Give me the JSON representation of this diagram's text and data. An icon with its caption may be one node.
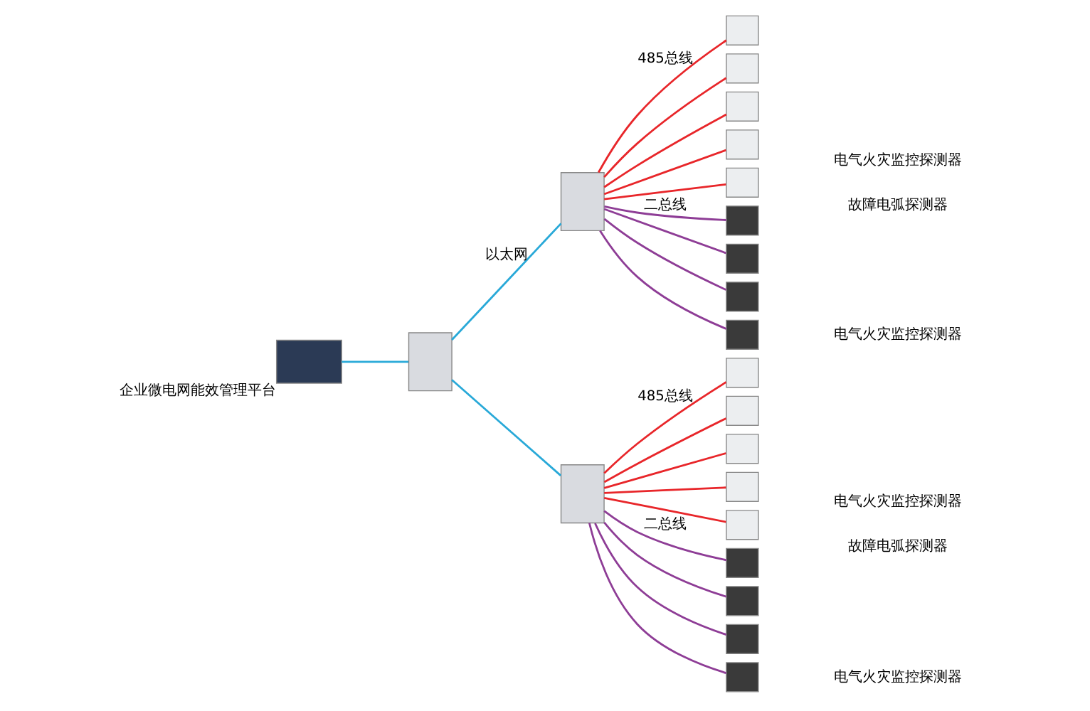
{
  "diagram": {
    "nodes": [
      {
        "text": [],
        "shape": "box",
        "beside": [
          "企业微电网能效管理平台"
        ]
      },
      {
        "text": [],
        "shape": "box"
      },
      {
        "text": [],
        "shape": "box"
      },
      {
        "text": [],
        "shape": "box"
      },
      {
        "text": [],
        "shape": "box"
      },
      {
        "text": [],
        "shape": "box"
      },
      {
        "text": [],
        "shape": "box"
      },
      {
        "text": [],
        "shape": "box"
      },
      {
        "text": [],
        "shape": "box"
      },
      {
        "text": [],
        "shape": "box"
      },
      {
        "text": [],
        "shape": "box"
      },
      {
        "text": [],
        "shape": "box"
      },
      {
        "text": [],
        "shape": "box"
      },
      {
        "text": [],
        "shape": "box"
      },
      {
        "text": [],
        "shape": "box"
      },
      {
        "text": [],
        "shape": "box"
      },
      {
        "text": [],
        "shape": "box"
      },
      {
        "text": [],
        "shape": "box"
      },
      {
        "text": [],
        "shape": "box"
      },
      {
        "text": [],
        "shape": "box"
      },
      {
        "text": [],
        "shape": "box"
      },
      {
        "text": [],
        "shape": "box"
      }
    ],
    "edges": [
      {
        "from": 0,
        "to": 1,
        "arrow": "none",
        "color": "#29a9d8"
      },
      {
        "from": 1,
        "to": 2,
        "arrow": "none",
        "label": "以太网",
        "color": "#29a9d8"
      },
      {
        "from": 1,
        "to": 3,
        "arrow": "none",
        "color": "#29a9d8"
      },
      {
        "from": 2,
        "to": 4,
        "arrow": "none",
        "label": "485总线"
      },
      {
        "from": 2,
        "to": 5,
        "arrow": "none"
      },
      {
        "from": 2,
        "to": 6,
        "arrow": "none"
      },
      {
        "from": 2,
        "to": 7,
        "arrow": "none"
      },
      {
        "from": 2,
        "to": 8,
        "arrow": "none"
      },
      {
        "from": 2,
        "to": 9,
        "arrow": "none",
        "label": "二总线",
        "color": "#8e3d96"
      },
      {
        "from": 2,
        "to": 10,
        "arrow": "none",
        "color": "#8e3d96"
      },
      {
        "from": 2,
        "to": 11,
        "arrow": "none",
        "color": "#8e3d96"
      },
      {
        "from": 2,
        "to": 12,
        "arrow": "none",
        "color": "#8e3d96"
      },
      {
        "from": 3,
        "to": 13,
        "arrow": "none",
        "label": "485总线"
      },
      {
        "from": 3,
        "to": 14,
        "arrow": "none"
      },
      {
        "from": 3,
        "to": 15,
        "arrow": "none"
      },
      {
        "from": 3,
        "to": 16,
        "arrow": "none"
      },
      {
        "from": 3,
        "to": 17,
        "arrow": "none"
      },
      {
        "from": 3,
        "to": 18,
        "arrow": "none",
        "label": "二总线",
        "color": "#8e3d96"
      },
      {
        "from": 3,
        "to": 19,
        "arrow": "none",
        "color": "#8e3d96"
      },
      {
        "from": 3,
        "to": 20,
        "arrow": "none",
        "color": "#8e3d96"
      },
      {
        "from": 3,
        "to": 21,
        "arrow": "none",
        "color": "#8e3d96"
      }
    ],
    "labels": [
      "电气火灾监控探测器",
      "故障电弧探测器",
      "电气火灾监控探测器",
      "电气火灾监控探测器",
      "故障电弧探测器",
      "电气火灾监控探测器"
    ]
  }
}
